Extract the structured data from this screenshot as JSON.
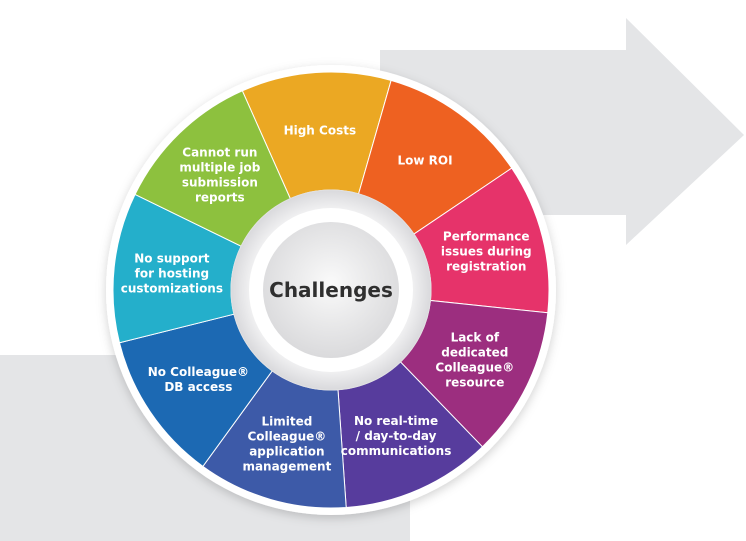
{
  "center": {
    "label": "Challenges"
  },
  "segments": [
    {
      "lines": [
        "High Costs"
      ],
      "color": "#EBA823"
    },
    {
      "lines": [
        "Low ROI"
      ],
      "color": "#EE6121"
    },
    {
      "lines": [
        "Performance",
        "issues during",
        "registration"
      ],
      "color": "#E6336A"
    },
    {
      "lines": [
        "Lack of",
        "dedicated",
        "Colleague®",
        "resource"
      ],
      "color": "#9C2E7F"
    },
    {
      "lines": [
        "No real-time",
        "/ day-to-day",
        "communications"
      ],
      "color": "#573C9D"
    },
    {
      "lines": [
        "Limited",
        "Colleague®",
        "application",
        "management"
      ],
      "color": "#3D5AA8"
    },
    {
      "lines": [
        "No Colleague®",
        "DB access"
      ],
      "color": "#1C69B3"
    },
    {
      "lines": [
        "No support",
        "for hosting",
        "customizations"
      ],
      "color": "#24AFCB"
    },
    {
      "lines": [
        "Cannot run",
        "multiple job",
        "submission",
        "reports"
      ],
      "color": "#8DC13E"
    }
  ],
  "colors": {
    "arrow": "#E4E5E7",
    "ring": "#E8E8EA",
    "hub": "#F2F2F3"
  }
}
